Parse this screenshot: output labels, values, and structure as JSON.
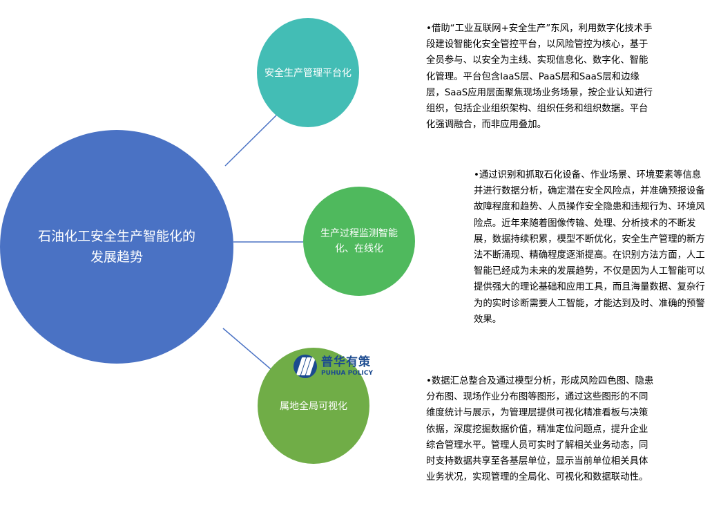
{
  "central": {
    "label": "石油化工安全生产智能化的发展趋势"
  },
  "colors": {
    "central": "#4a72c4",
    "node_platform": "#43bdb5",
    "node_monitoring": "#4fb95d",
    "node_visualization": "#70ad47",
    "connector": "#4a72c4",
    "logo": "#1b4a8f"
  },
  "nodes": [
    {
      "label": "安全生产管理平台化",
      "description": "•借助“工业互联网+安全生产”东风，利用数字化技术手段建设智能化安全管控平台，以风险管控为核心，基于全员参与、以安全为主线、实现信息化、数字化、智能化管理。平台包含IaaS层、PaaS层和SaaS层和边缘层，SaaS应用层面聚焦现场业务场景，按企业认知进行组织，包括企业组织架构、组织任务和组织数据。平台化强调融合，而非应用叠加。"
    },
    {
      "label": "生产过程监测智能化、在线化",
      "description": "•通过识别和抓取石化设备、作业场景、环境要素等信息并进行数据分析，确定潜在安全风险点，并准确预报设备故障程度和趋势、人员操作安全隐患和违规行为、环境风险点。近年来随着图像传输、处理、分析技术的不断发展，数据持续积累，模型不断优化，安全生产管理的新方法不断涌现、精确程度逐渐提高。在识别方法方面，人工智能已经成为未来的发展趋势，不仅是因为人工智能可以提供强大的理论基础和应用工具，而且海量数据、复杂行为的实时诊断需要人工智能，才能达到及时、准确的预警效果。"
    },
    {
      "label": "属地全局可视化",
      "description": "•数据汇总整合及通过模型分析，形成风险四色图、隐患分布图、现场作业分布图等图形，通过这些图形的不同维度统计与展示，为管理层提供可视化精准看板与决策依据，深度挖掘数据价值，精准定位问题点，提升企业综合管理水平。管理人员可实时了解相关业务动态，同时支持数据共享至各基层单位，显示当前单位相关具体业务状况，实现管理的全局化、可视化和数据联动性。"
    }
  ],
  "logo": {
    "name_cn": "普华有策",
    "name_en": "PUHUA POLICY"
  }
}
